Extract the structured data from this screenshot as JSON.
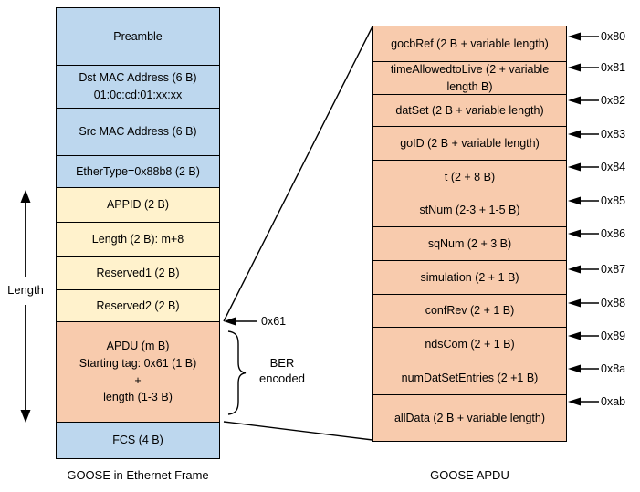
{
  "diagram": {
    "left_caption": "GOOSE in Ethernet Frame",
    "right_caption": "GOOSE APDU",
    "length_label": "Length",
    "apdu_start_tag": "0x61",
    "ber_label": "BER\nencoded",
    "colors": {
      "header_blue": "#bdd7ee",
      "field_cream": "#fff2cc",
      "apdu_peach": "#f8cbad",
      "border": "#000000"
    }
  },
  "frame": {
    "rows": [
      {
        "label": "Preamble",
        "color": "blue"
      },
      {
        "label": "Dst MAC Address (6 B)\n01:0c:cd:01:xx:xx",
        "color": "blue"
      },
      {
        "label": "Src MAC Address (6 B)",
        "color": "blue"
      },
      {
        "label": "EtherType=0x88b8 (2 B)",
        "color": "blue"
      },
      {
        "label": "APPID (2 B)",
        "color": "cream"
      },
      {
        "label": "Length (2 B): m+8",
        "color": "cream"
      },
      {
        "label": "Reserved1 (2 B)",
        "color": "cream"
      },
      {
        "label": "Reserved2 (2 B)",
        "color": "cream"
      },
      {
        "label": "APDU (m B)\nStarting tag: 0x61 (1 B)\n+\nlength (1-3 B)",
        "color": "peach"
      },
      {
        "label": "FCS (4 B)",
        "color": "blue"
      }
    ]
  },
  "apdu": {
    "rows": [
      {
        "label": "gocbRef (2 B + variable length)",
        "tag": "0x80"
      },
      {
        "label": "timeAllowedtoLive (2 + variable length B)",
        "tag": "0x81"
      },
      {
        "label": "datSet (2 B + variable length)",
        "tag": "0x82"
      },
      {
        "label": "goID (2 B + variable length)",
        "tag": "0x83"
      },
      {
        "label": "t (2 + 8 B)",
        "tag": "0x84"
      },
      {
        "label": "stNum (2-3 + 1-5 B)",
        "tag": "0x85"
      },
      {
        "label": "sqNum (2 + 3 B)",
        "tag": "0x86"
      },
      {
        "label": "simulation (2 + 1 B)",
        "tag": "0x87"
      },
      {
        "label": "confRev (2 + 1 B)",
        "tag": "0x88"
      },
      {
        "label": "ndsCom (2 + 1 B)",
        "tag": "0x89"
      },
      {
        "label": "numDatSetEntries (2 +1 B)",
        "tag": "0x8a"
      },
      {
        "label": "allData (2 B + variable length)",
        "tag": "0xab"
      }
    ]
  }
}
